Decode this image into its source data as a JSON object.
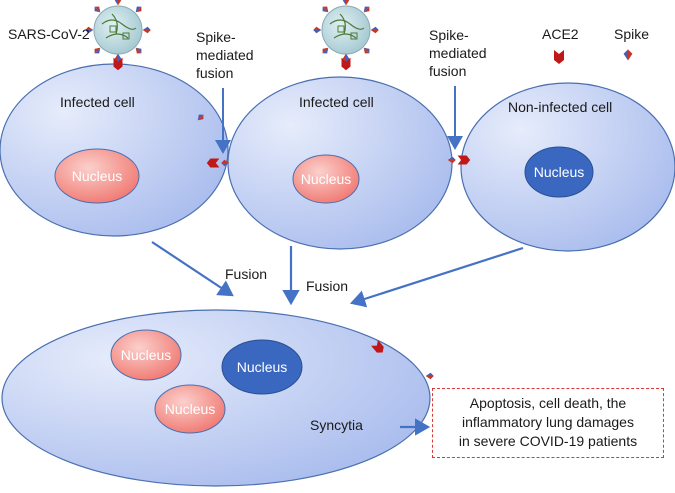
{
  "virus_label": "SARS-CoV-2",
  "fusion_labels": [
    {
      "line1": "Spike-",
      "line2": "mediated",
      "line3": "fusion"
    },
    {
      "line1": "Spike-",
      "line2": "mediated",
      "line3": "fusion"
    }
  ],
  "legend": {
    "ace2": "ACE2",
    "spike": "Spike"
  },
  "cells": [
    {
      "label": "Infected cell"
    },
    {
      "label": "Infected cell"
    },
    {
      "label": "Non-infected cell"
    }
  ],
  "nucleus_label": "Nucleus",
  "arrow_labels": [
    "Fusion",
    "Fusion"
  ],
  "syncytia_label": "Syncytia",
  "outcome": {
    "line1": "Apoptosis, cell death, the",
    "line2": "inflammatory lung damages",
    "line3": "in severe COVID-19 patients"
  },
  "colors": {
    "cell_fill": "#b6c7ef",
    "cell_stroke": "#4a6fb0",
    "nucleus_infected": "#f07a73",
    "nucleus_healthy": "#3a68c0",
    "ace2": "#c01818",
    "arrow": "#4472c4",
    "virus": "#b4d0d8"
  }
}
